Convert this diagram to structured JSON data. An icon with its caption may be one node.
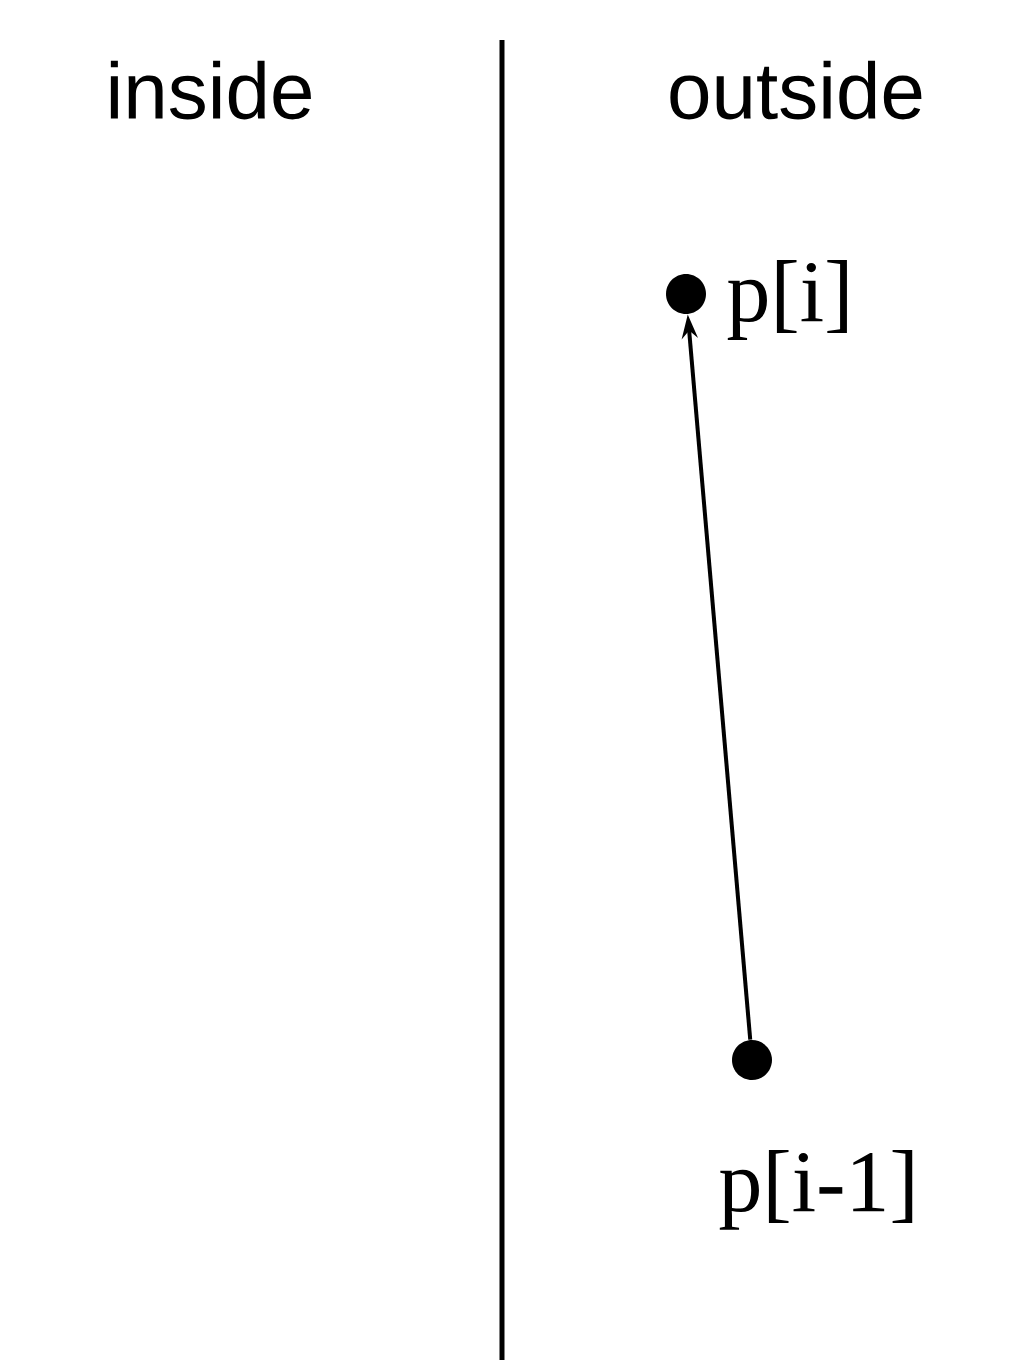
{
  "diagram": {
    "nodes": [
      {
        "text": [],
        "shape": "circle",
        "beside": [
          "p[i]"
        ]
      },
      {
        "text": [],
        "shape": "circle",
        "beside": [
          "p[i-1]"
        ]
      }
    ],
    "edges": [
      {
        "from": 1,
        "to": 0,
        "arrow": "to"
      }
    ],
    "labels": [
      "inside",
      "outside"
    ]
  }
}
